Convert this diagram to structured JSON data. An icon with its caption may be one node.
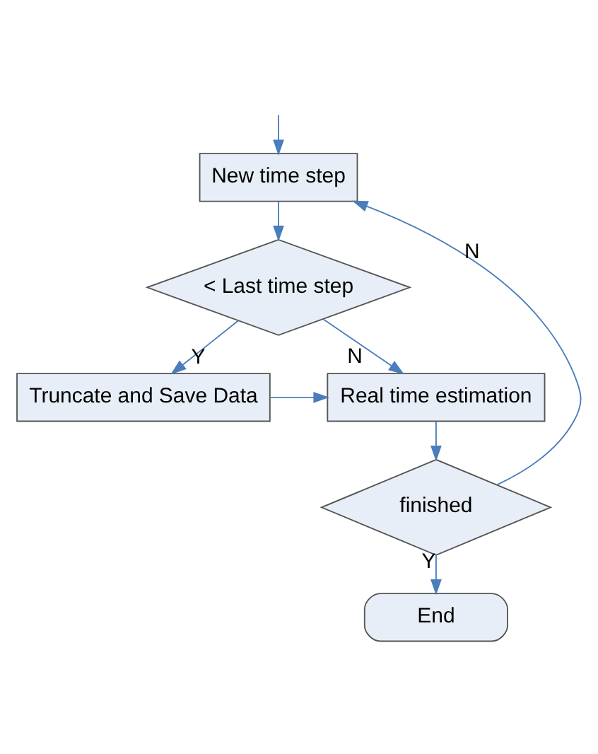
{
  "diagram": {
    "nodes": [
      {
        "text": [
          "New time step"
        ]
      },
      {
        "text": [
          "< Last time step"
        ]
      },
      {
        "text": [
          "Real time estimation"
        ]
      },
      {
        "text": [
          "Truncate and Save Data"
        ]
      },
      {
        "text": [
          "finished"
        ]
      },
      {
        "text": [
          "End"
        ]
      }
    ],
    "edges": [
      {
        "from": null,
        "to": 0,
        "arrow": "to"
      },
      {
        "from": 0,
        "to": 1,
        "arrow": "to"
      },
      {
        "from": 1,
        "to": 3,
        "arrow": "to",
        "label": "Y"
      },
      {
        "from": 1,
        "to": 2,
        "arrow": "to",
        "label": "N"
      },
      {
        "from": 3,
        "to": 2,
        "arrow": "to"
      },
      {
        "from": 2,
        "to": 4,
        "arrow": "to"
      },
      {
        "from": 4,
        "to": 5,
        "arrow": "to",
        "label": "Y"
      },
      {
        "from": 4,
        "to": 0,
        "arrow": "to",
        "label": "N"
      }
    ]
  }
}
